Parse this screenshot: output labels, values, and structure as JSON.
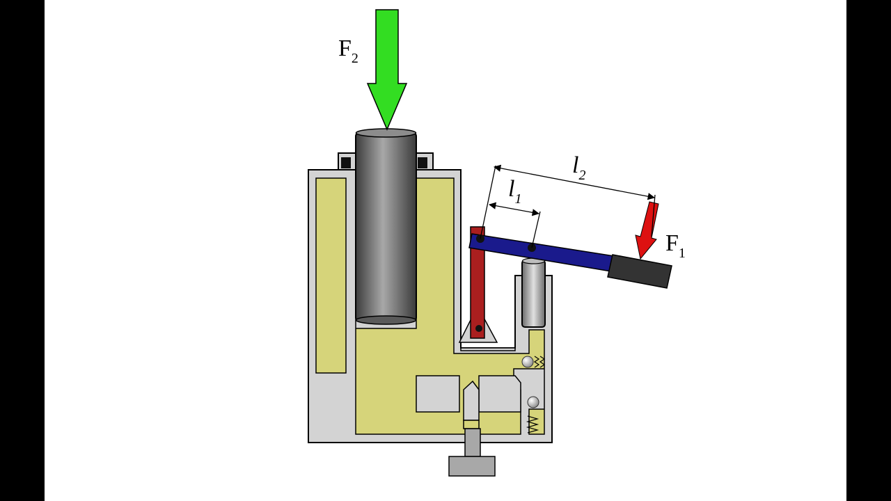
{
  "labels": {
    "force_large": "F",
    "force_large_sub": "2",
    "force_small": "F",
    "force_small_sub": "1",
    "arm_short": "l",
    "arm_short_sub": "1",
    "arm_long": "l",
    "arm_long_sub": "2"
  },
  "colors": {
    "background": "#000000",
    "canvas": "#ffffff",
    "housing": "#d3d3d3",
    "oil": "#d6d47a",
    "outline": "#000000",
    "force_large_arrow": "#33dd22",
    "force_small_arrow": "#dd1111",
    "lever": "#1a1a8c",
    "link": "#aa1f1f",
    "handle": "#333333",
    "ram": "#555555"
  },
  "icons": {
    "force_large_arrow": "arrow-down-green",
    "force_small_arrow": "arrow-down-red"
  }
}
